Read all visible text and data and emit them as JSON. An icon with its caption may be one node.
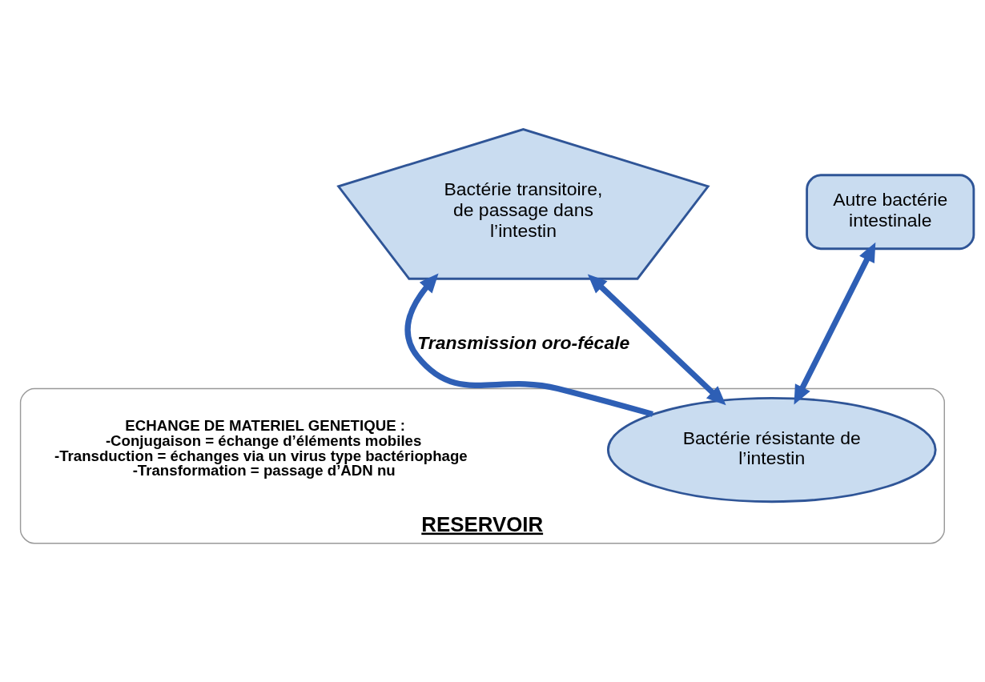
{
  "diagram": {
    "nodes": [
      {
        "text": [
          "RESERVOIR"
        ]
      },
      {
        "text": [
          "Autre bactérie intestinale"
        ]
      },
      {
        "text": [
          "Bactérie transitoire, de passage dans l’intestin"
        ]
      },
      {
        "text": [
          "Bactérie résistante de l’intestin"
        ],
        "in": 0
      }
    ],
    "edges": [
      {
        "from": 1,
        "to": 3,
        "arrow": "both"
      },
      {
        "from": 2,
        "to": 3,
        "arrow": "both"
      },
      {
        "from": 3,
        "to": 2,
        "arrow": "to",
        "label": "Transmission oro-fécale"
      }
    ],
    "labels": [
      "ECHANGE DE MATERIEL GENETIQUE :",
      "-Conjugaison = échange d’éléments mobiles",
      "-Transduction = échanges via un virus type bactériophage",
      "-Transformation = passage d’ADN nu"
    ]
  }
}
